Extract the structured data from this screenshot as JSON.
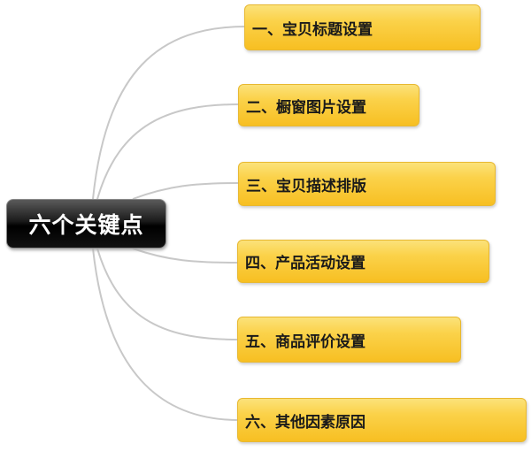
{
  "center": {
    "label": "六个关键点"
  },
  "branches": [
    {
      "label": "一、宝贝标题设置"
    },
    {
      "label": "二、橱窗图片设置"
    },
    {
      "label": "三、宝贝描述排版"
    },
    {
      "label": "四、产品活动设置"
    },
    {
      "label": "五、商品评价设置"
    },
    {
      "label": "六、其他因素原因"
    }
  ]
}
